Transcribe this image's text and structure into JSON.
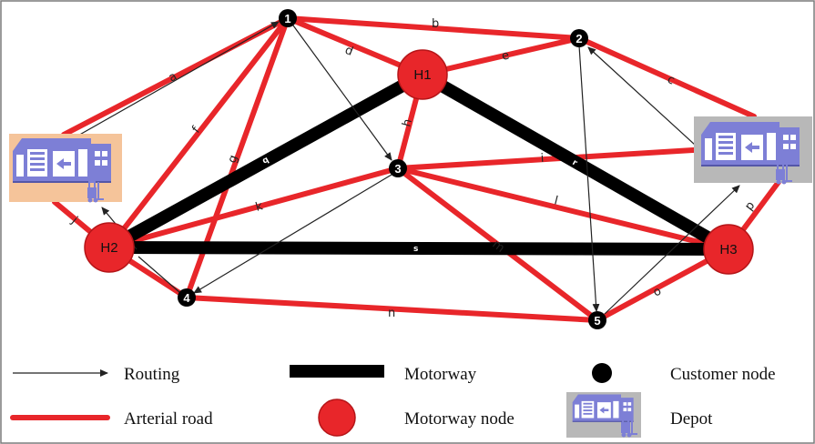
{
  "edges": {
    "arterial": {
      "a": "a",
      "b": "b",
      "c": "c",
      "d": "d",
      "e": "e",
      "f": "f",
      "g": "g",
      "h": "h",
      "i": "i",
      "j": "j",
      "k": "k",
      "l": "l",
      "m": "m",
      "n": "n",
      "o": "o",
      "p": "p"
    },
    "motorway": {
      "q": "q",
      "r": "r",
      "s": "s"
    }
  },
  "nodes": {
    "motorway": [
      "H1",
      "H2",
      "H3"
    ],
    "customer": [
      "1",
      "2",
      "3",
      "4",
      "5"
    ]
  },
  "legend": {
    "routing": "Routing",
    "arterial_road": "Arterial road",
    "motorway": "Motorway",
    "motorway_node": "Motorway node",
    "customer_node": "Customer node",
    "depot": "Depot"
  },
  "colors": {
    "arterial": "#e8262a",
    "motorway": "#000000",
    "motorway_node": "#e8262a",
    "customer_node": "#000000",
    "depot_left_bg": "#f5c49a",
    "depot_right_bg": "#b8b8b8",
    "depot_building": "#7d7fd6"
  },
  "icons": [
    "depot-building-icon",
    "forklift-icon",
    "arrow-icon"
  ]
}
